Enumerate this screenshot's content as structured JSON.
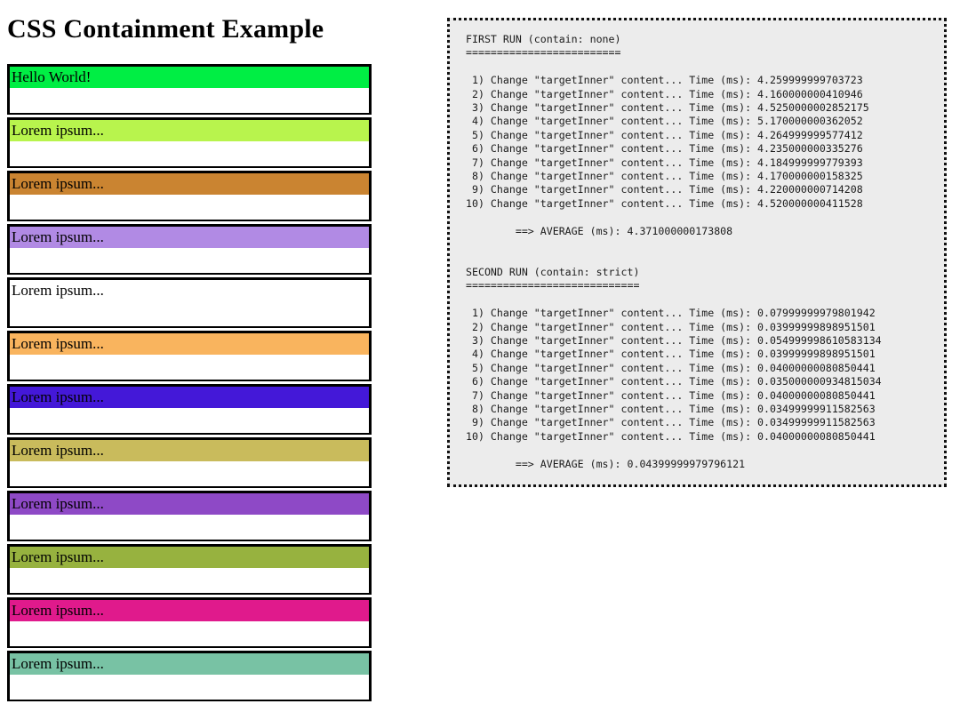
{
  "page": {
    "title": "CSS Containment Example",
    "background_color": "#ffffff"
  },
  "boxes": [
    {
      "label": "Hello World!",
      "color": "#00ee44"
    },
    {
      "label": "Lorem ipsum...",
      "color": "#b8f44d"
    },
    {
      "label": "Lorem ipsum...",
      "color": "#ca8431"
    },
    {
      "label": "Lorem ipsum...",
      "color": "#b18ae4"
    },
    {
      "label": "Lorem ipsum...",
      "color": "#fbe css"
    },
    {
      "label": "Lorem ipsum...",
      "color": "#f9b45e"
    },
    {
      "label": "Lorem ipsum...",
      "color": "#4418d8"
    },
    {
      "label": "Lorem ipsum...",
      "color": "#c9bb5c"
    },
    {
      "label": "Lorem ipsum...",
      "color": "#8e49c6"
    },
    {
      "label": "Lorem ipsum...",
      "color": "#97b23f"
    },
    {
      "label": "Lorem ipsum...",
      "color": "#e01a8c"
    },
    {
      "label": "Lorem ipsum...",
      "color": "#78c2a4"
    }
  ],
  "console": {
    "background_color": "#ececec",
    "border_color": "#111111",
    "text": "FIRST RUN (contain: none)\n=========================\n\n 1) Change \"targetInner\" content... Time (ms): 4.259999999703723\n 2) Change \"targetInner\" content... Time (ms): 4.160000000410946\n 3) Change \"targetInner\" content... Time (ms): 4.5250000002852175\n 4) Change \"targetInner\" content... Time (ms): 5.170000000362052\n 5) Change \"targetInner\" content... Time (ms): 4.264999999577412\n 6) Change \"targetInner\" content... Time (ms): 4.235000000335276\n 7) Change \"targetInner\" content... Time (ms): 4.184999999779393\n 8) Change \"targetInner\" content... Time (ms): 4.170000000158325\n 9) Change \"targetInner\" content... Time (ms): 4.220000000714208\n10) Change \"targetInner\" content... Time (ms): 4.520000000411528\n\n        ==> AVERAGE (ms): 4.371000000173808\n\n\nSECOND RUN (contain: strict)\n============================\n\n 1) Change \"targetInner\" content... Time (ms): 0.07999999979801942\n 2) Change \"targetInner\" content... Time (ms): 0.03999999898951501\n 3) Change \"targetInner\" content... Time (ms): 0.054999998610583134\n 4) Change \"targetInner\" content... Time (ms): 0.03999999898951501\n 5) Change \"targetInner\" content... Time (ms): 0.04000000080850441\n 6) Change \"targetInner\" content... Time (ms): 0.035000000934815034\n 7) Change \"targetInner\" content... Time (ms): 0.04000000080850441\n 8) Change \"targetInner\" content... Time (ms): 0.03499999911582563\n 9) Change \"targetInner\" content... Time (ms): 0.03499999911582563\n10) Change \"targetInner\" content... Time (ms): 0.04000000080850441\n\n        ==> AVERAGE (ms): 0.04399999979796121",
    "runs": [
      {
        "heading": "FIRST RUN (contain: none)",
        "underline": "=========================",
        "contain": "none",
        "entries": [
          {
            "index": "1)",
            "label": "Change \"targetInner\" content... Time (ms):",
            "value": "4.259999999703723"
          },
          {
            "index": "2)",
            "label": "Change \"targetInner\" content... Time (ms):",
            "value": "4.160000000410946"
          },
          {
            "index": "3)",
            "label": "Change \"targetInner\" content... Time (ms):",
            "value": "4.5250000002852175"
          },
          {
            "index": "4)",
            "label": "Change \"targetInner\" content... Time (ms):",
            "value": "5.170000000362052"
          },
          {
            "index": "5)",
            "label": "Change \"targetInner\" content... Time (ms):",
            "value": "4.264999999577412"
          },
          {
            "index": "6)",
            "label": "Change \"targetInner\" content... Time (ms):",
            "value": "4.235000000335276"
          },
          {
            "index": "7)",
            "label": "Change \"targetInner\" content... Time (ms):",
            "value": "4.184999999779393"
          },
          {
            "index": "8)",
            "label": "Change \"targetInner\" content... Time (ms):",
            "value": "4.170000000158325"
          },
          {
            "index": "9)",
            "label": "Change \"targetInner\" content... Time (ms):",
            "value": "4.220000000714208"
          },
          {
            "index": "10)",
            "label": "Change \"targetInner\" content... Time (ms):",
            "value": "4.520000000411528"
          }
        ],
        "average_label": "==> AVERAGE (ms):",
        "average_value": "4.371000000173808"
      },
      {
        "heading": "SECOND RUN (contain: strict)",
        "underline": "============================",
        "contain": "strict",
        "entries": [
          {
            "index": "1)",
            "label": "Change \"targetInner\" content... Time (ms):",
            "value": "0.07999999979801942"
          },
          {
            "index": "2)",
            "label": "Change \"targetInner\" content... Time (ms):",
            "value": "0.03999999898951501"
          },
          {
            "index": "3)",
            "label": "Change \"targetInner\" content... Time (ms):",
            "value": "0.054999998610583134"
          },
          {
            "index": "4)",
            "label": "Change \"targetInner\" content... Time (ms):",
            "value": "0.03999999898951501"
          },
          {
            "index": "5)",
            "label": "Change \"targetInner\" content... Time (ms):",
            "value": "0.04000000080850441"
          },
          {
            "index": "6)",
            "label": "Change \"targetInner\" content... Time (ms):",
            "value": "0.035000000934815034"
          },
          {
            "index": "7)",
            "label": "Change \"targetInner\" content... Time (ms):",
            "value": "0.04000000080850441"
          },
          {
            "index": "8)",
            "label": "Change \"targetInner\" content... Time (ms):",
            "value": "0.03499999911582563"
          },
          {
            "index": "9)",
            "label": "Change \"targetInner\" content... Time (ms):",
            "value": "0.03499999911582563"
          },
          {
            "index": "10)",
            "label": "Change \"targetInner\" content... Time (ms):",
            "value": "0.04000000080850441"
          }
        ],
        "average_label": "==> AVERAGE (ms):",
        "average_value": "0.04399999979796121"
      }
    ]
  }
}
